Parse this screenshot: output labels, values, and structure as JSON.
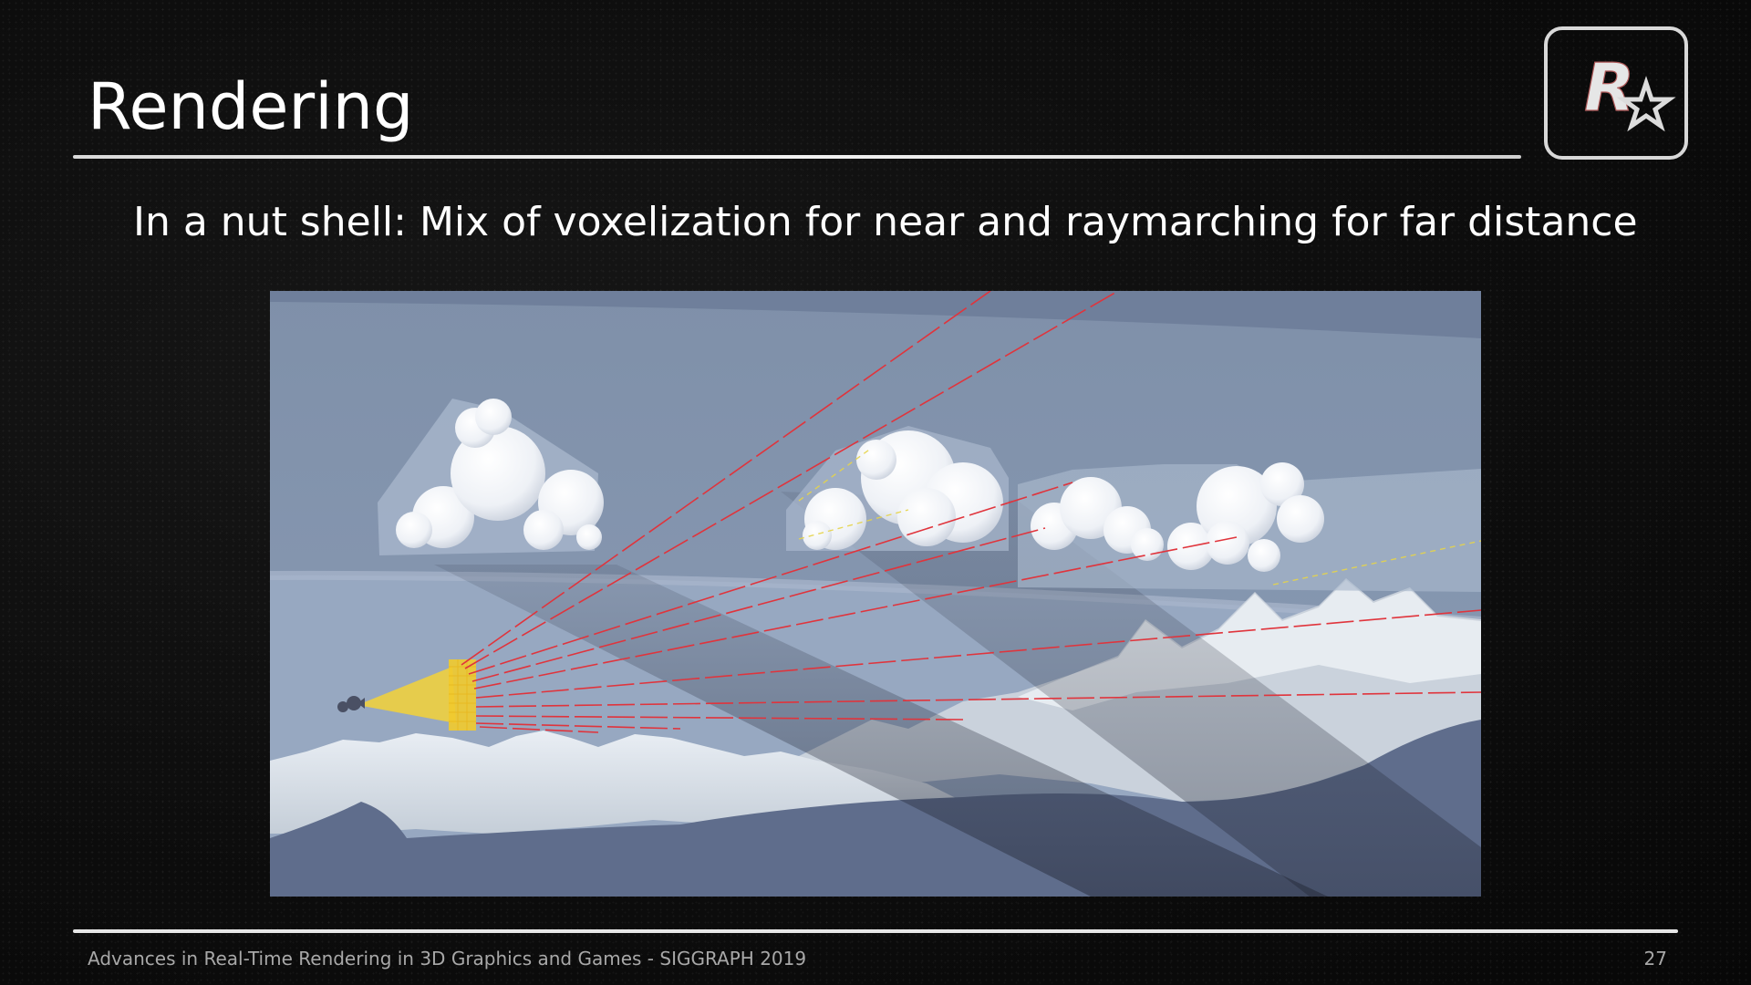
{
  "slide": {
    "title": "Rendering",
    "subtitle": "In a nut shell: Mix of voxelization for near and raymarching for far distance",
    "footer": "Advances in Real-Time Rendering in 3D Graphics and Games - SIGGRAPH 2019",
    "page_number": "27"
  },
  "logo": {
    "letter": "R",
    "icon": "rockstar-logo-icon"
  },
  "figure": {
    "description_icon": "cloud-rendering-diagram",
    "colors": {
      "sky": "#8293ad",
      "sky_top": "#6d7d98",
      "ground": "#5f6c8a",
      "ray": "#e0343c",
      "voxel": "#f2d23a",
      "cloud": "#f2f4f8"
    }
  }
}
